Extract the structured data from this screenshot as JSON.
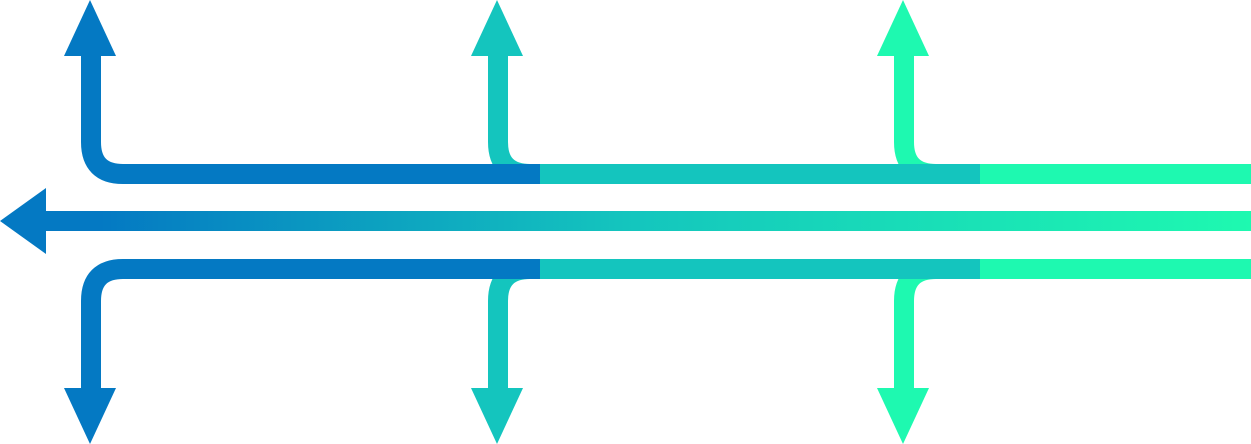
{
  "diagram": {
    "colors": {
      "blue": "#0479c3",
      "teal": "#14c5be",
      "green": "#1ef9b0"
    },
    "arrows": [
      {
        "name": "main-arrow-left",
        "direction": "left",
        "color": "gradient"
      },
      {
        "name": "branch-1-up",
        "direction": "up",
        "color": "blue"
      },
      {
        "name": "branch-2-up",
        "direction": "up",
        "color": "teal"
      },
      {
        "name": "branch-3-up",
        "direction": "up",
        "color": "green"
      },
      {
        "name": "branch-1-down",
        "direction": "down",
        "color": "blue"
      },
      {
        "name": "branch-2-down",
        "direction": "down",
        "color": "teal"
      },
      {
        "name": "branch-3-down",
        "direction": "down",
        "color": "green"
      }
    ]
  }
}
